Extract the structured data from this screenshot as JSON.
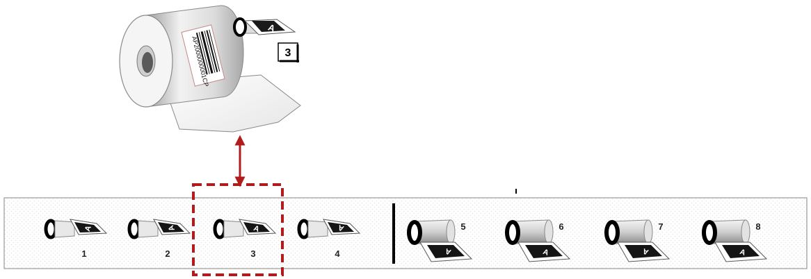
{
  "main_roll": {
    "barcode_text": "AP2000000001CP"
  },
  "reference_badge": {
    "letter": "A",
    "number": "3"
  },
  "options": [
    {
      "number": "1",
      "letter": "A"
    },
    {
      "number": "2",
      "letter": "A"
    },
    {
      "number": "3",
      "letter": "A"
    },
    {
      "number": "4",
      "letter": "A"
    },
    {
      "number": "5",
      "letter": "A"
    },
    {
      "number": "6",
      "letter": "A"
    },
    {
      "number": "7",
      "letter": "A"
    },
    {
      "number": "8",
      "letter": "A"
    }
  ],
  "colors": {
    "highlight": "#b01c1c",
    "arrow": "#b01c1c",
    "divider": "#000000",
    "strip_border": "#9a9a9a"
  },
  "selected_option": "3"
}
